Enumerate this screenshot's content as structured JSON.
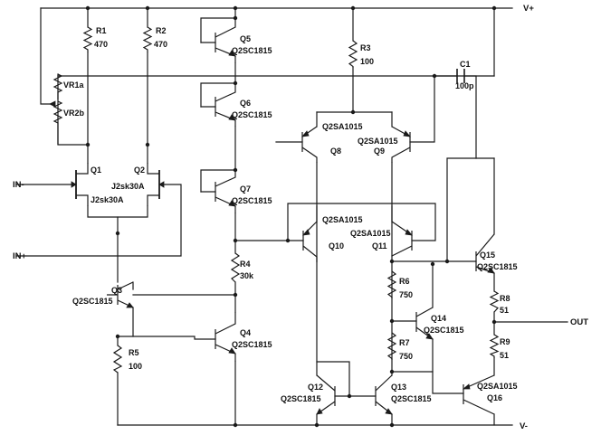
{
  "nets": {
    "vplus": "V+",
    "vminus": "V-",
    "in_minus": "IN-",
    "in_plus": "IN+",
    "out": "OUT"
  },
  "resistors": {
    "r1": {
      "name": "R1",
      "value": "470"
    },
    "r2": {
      "name": "R2",
      "value": "470"
    },
    "r3": {
      "name": "R3",
      "value": "100"
    },
    "r4": {
      "name": "R4",
      "value": "30k"
    },
    "r5": {
      "name": "R5",
      "value": "100"
    },
    "r6": {
      "name": "R6",
      "value": "750"
    },
    "r7": {
      "name": "R7",
      "value": "750"
    },
    "r8": {
      "name": "R8",
      "value": "51"
    },
    "r9": {
      "name": "R9",
      "value": "51"
    },
    "vr1a": {
      "name": "VR1a"
    },
    "vr2b": {
      "name": "VR2b"
    }
  },
  "capacitors": {
    "c1": {
      "name": "C1",
      "value": "100p"
    }
  },
  "transistors": {
    "q1": {
      "name": "Q1",
      "part": "J2sk30A"
    },
    "q2": {
      "name": "Q2",
      "part": "J2sk30A"
    },
    "q3": {
      "name": "Q3",
      "part": "Q2SC1815"
    },
    "q4": {
      "name": "Q4",
      "part": "Q2SC1815"
    },
    "q5": {
      "name": "Q5",
      "part": "Q2SC1815"
    },
    "q6": {
      "name": "Q6",
      "part": "Q2SC1815"
    },
    "q7": {
      "name": "Q7",
      "part": "Q2SC1815"
    },
    "q8": {
      "name": "Q8",
      "part": "Q2SA1015"
    },
    "q9": {
      "name": "Q9",
      "part": "Q2SA1015"
    },
    "q10": {
      "name": "Q10",
      "part": "Q2SA1015"
    },
    "q11": {
      "name": "Q11",
      "part": "Q2SA1015"
    },
    "q12": {
      "name": "Q12",
      "part": "Q2SC1815"
    },
    "q13": {
      "name": "Q13",
      "part": "Q2SC1815"
    },
    "q14": {
      "name": "Q14",
      "part": "Q2SC1815"
    },
    "q15": {
      "name": "Q15",
      "part": "Q2SC1815"
    },
    "q16": {
      "name": "Q16",
      "part": "Q2SA1015"
    }
  }
}
